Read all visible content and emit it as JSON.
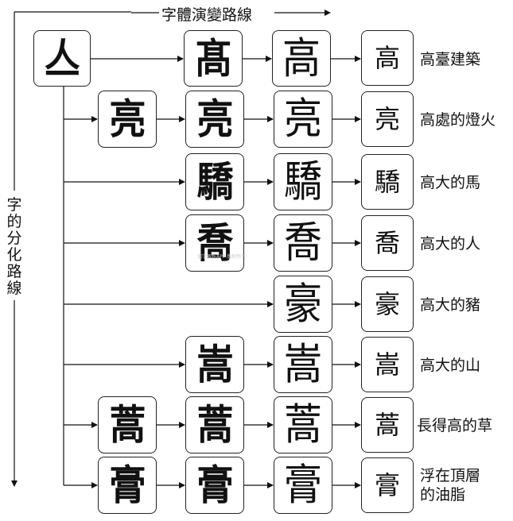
{
  "header": {
    "title": "字體演變路線",
    "side_title": [
      "字",
      "的",
      "分",
      "化",
      "路",
      "線"
    ],
    "watermark": "漢字解析APP 版权所有"
  },
  "origin": {
    "glyph": "亼"
  },
  "rows": [
    {
      "stages": [
        "",
        "",
        "髙",
        "高"
      ],
      "modern": "高",
      "meaning": [
        "高臺建築"
      ]
    },
    {
      "stages": [
        "",
        "",
        "",
        ""
      ],
      "modern": "亮",
      "meaning": [
        "高處的燈火"
      ]
    },
    {
      "stages": [
        "",
        "",
        "",
        ""
      ],
      "modern": "驕",
      "meaning": [
        "高大的馬"
      ]
    },
    {
      "stages": [
        "",
        "",
        "",
        ""
      ],
      "modern": "喬",
      "meaning": [
        "高大的人"
      ]
    },
    {
      "stages": [
        "",
        "",
        "",
        ""
      ],
      "modern": "豪",
      "meaning": [
        "高大的豬"
      ]
    },
    {
      "stages": [
        "",
        "",
        "",
        ""
      ],
      "modern": "嵩",
      "meaning": [
        "高大的山"
      ]
    },
    {
      "stages": [
        "",
        "",
        "",
        ""
      ],
      "modern": "蒿",
      "meaning": [
        "長得高的草"
      ]
    },
    {
      "stages": [
        "",
        "",
        "",
        ""
      ],
      "modern": "膏",
      "meaning": [
        "浮在頂層",
        "的油脂"
      ]
    }
  ],
  "row_glyphs": [
    [
      "",
      "髙",
      "高"
    ],
    [
      "亮",
      "亮",
      "亮"
    ],
    [
      "驕",
      "驕"
    ],
    [
      "喬",
      "喬"
    ],
    [
      "豪"
    ],
    [
      "嵩",
      "嵩"
    ],
    [
      "蒿",
      "蒿",
      "蒿"
    ],
    [
      "膏",
      "膏",
      "膏"
    ]
  ]
}
